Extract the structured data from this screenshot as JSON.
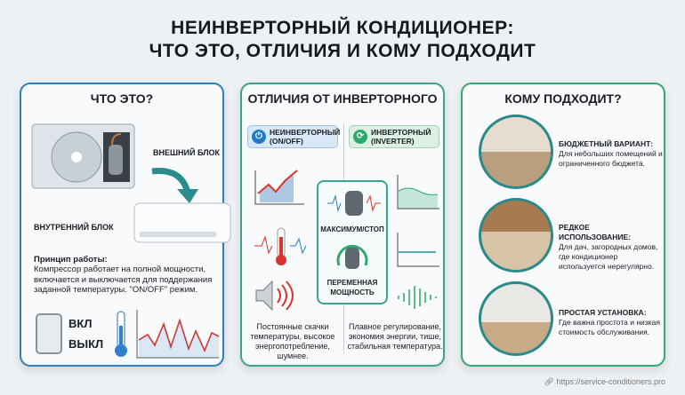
{
  "title": {
    "line1": "НЕИНВЕРТОРНЫЙ КОНДИЦИОНЕР:",
    "line2": "ЧТО ЭТО, ОТЛИЧИЯ И КОМУ ПОДХОДИТ"
  },
  "left": {
    "heading": "ЧТО ЭТО?",
    "outdoor": "ВНЕШНИЙ БЛОК",
    "indoor": "ВНУТРЕННИЙ БЛОК",
    "principle_title": "Принцип работы:",
    "principle_text": "Компрессор работает на полной мощности, включается и выключается для поддержания заданной температуры. \"ON/OFF\" режим.",
    "on": "ВКЛ",
    "off": "ВЫКЛ"
  },
  "middle": {
    "heading": "ОТЛИЧИЯ ОТ ИНВЕРТОРНОГО",
    "tag_left": "НЕИНВЕРТОРНЫЙ (ON/OFF)",
    "tag_right": "ИНВЕРТОРНЫЙ (INVERTER)",
    "center_top": "МАКСИМУМ/СТОП",
    "center_bottom": "ПЕРЕМЕННАЯ МОЩНОСТЬ",
    "left_caption": "Постоянные скачки температуры, высокое энергопотребление, шумнее.",
    "right_caption": "Плавное регулирование, экономия энергии, тише, стабильная температура.",
    "colors": {
      "blue": "#1f7cc4",
      "green": "#2ba86a",
      "red": "#d9342b"
    }
  },
  "right": {
    "heading": "КОМУ ПОДХОДИТ?",
    "items": [
      {
        "title": "БЮДЖЕТНЫЙ ВАРИАНТ:",
        "text": "Для небольших помещений и ограниченного бюджета."
      },
      {
        "title": "РЕДКОЕ ИСПОЛЬЗОВАНИЕ:",
        "text": "Для дач, загородных домов, где кондиционер используется нерегулярно."
      },
      {
        "title": "ПРОСТАЯ УСТАНОВКА:",
        "text": "Где важна простота и низкая стоимость обслуживания."
      }
    ]
  },
  "footer": {
    "url": "https://service-conditioners.pro"
  }
}
